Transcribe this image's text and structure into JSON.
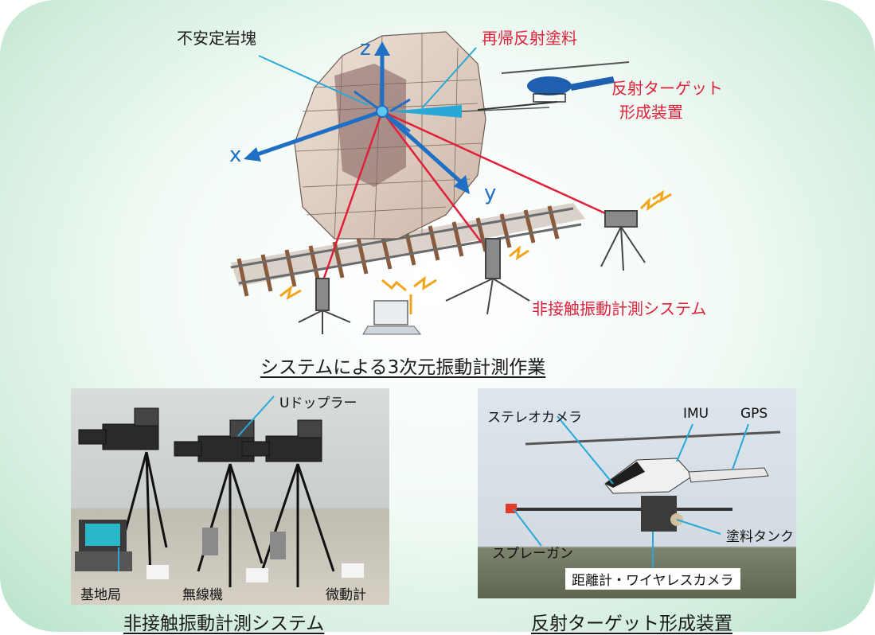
{
  "top": {
    "label_rock": "不安定岩塊",
    "label_paint": "再帰反射塗料",
    "label_target_line1": "反射ターゲット",
    "label_target_line2": "形成装置",
    "axis_z": "z",
    "axis_x": "x",
    "axis_y": "y",
    "label_system": "非接触振動計測システム",
    "caption": "システムによる3次元振動計測作業"
  },
  "left_photo": {
    "label_doppler": "Uドップラー",
    "label_base": "基地局",
    "label_wireless": "無線機",
    "label_micro": "微動計",
    "caption": "非接触振動計測システム"
  },
  "right_photo": {
    "label_stereo": "ステレオカメラ",
    "label_imu": "IMU",
    "label_gps": "GPS",
    "label_tank": "塗料タンク",
    "label_spray": "スプレーガン",
    "label_range": "距離計・ワイヤレスカメラ",
    "caption": "反射ターゲット形成装置"
  },
  "colors": {
    "red": "#e0203a",
    "blue": "#1f6fc4",
    "cyan": "#29a8d8",
    "orange": "#f2a51a"
  }
}
